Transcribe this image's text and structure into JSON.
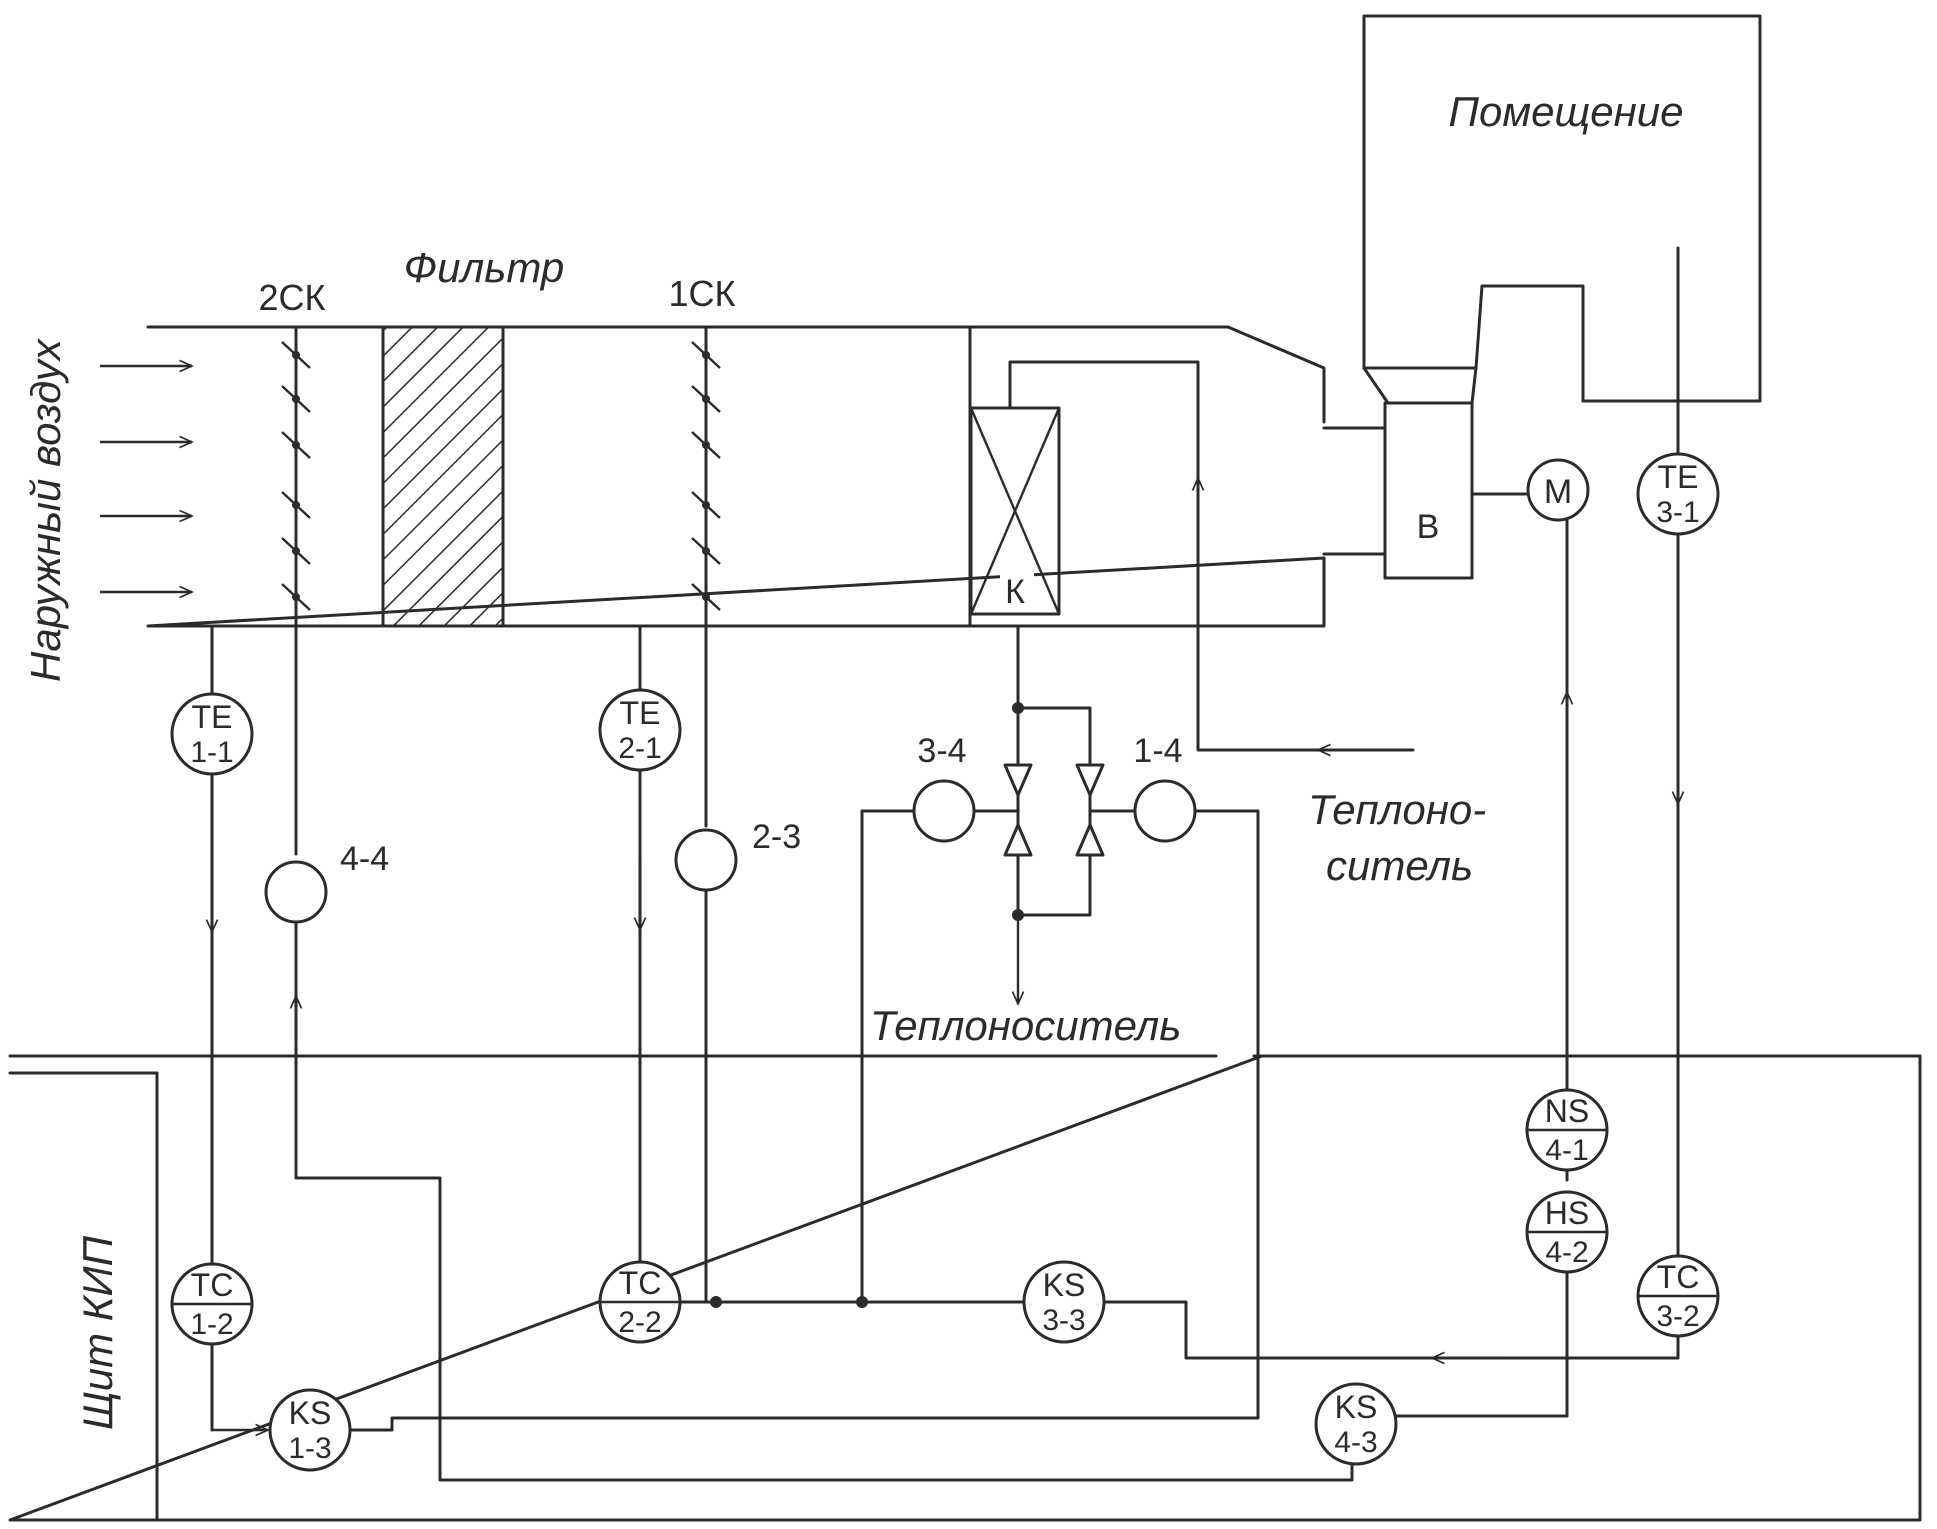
{
  "labels": {
    "outside_air": "Наружный воздух",
    "filter": "Фильтр",
    "room": "Помещение",
    "damper_2ck": "2СК",
    "damper_1ck": "1СК",
    "heater": "К",
    "fan": "В",
    "motor": "М",
    "coolant_in": "Теплоно-",
    "coolant_in_2": "ситель",
    "coolant_out": "Теплоноситель",
    "panel": "Щит КИП",
    "act_4_4": "4-4",
    "act_2_3": "2-3",
    "act_3_4": "3-4",
    "act_1_4": "1-4"
  },
  "instruments": {
    "te11": {
      "top": "TE",
      "bot": "1-1"
    },
    "te21": {
      "top": "TE",
      "bot": "2-1"
    },
    "te31": {
      "top": "TE",
      "bot": "3-1"
    },
    "tc12": {
      "top": "TC",
      "bot": "1-2"
    },
    "tc22": {
      "top": "TC",
      "bot": "2-2"
    },
    "tc32": {
      "top": "TC",
      "bot": "3-2"
    },
    "ks13": {
      "top": "KS",
      "bot": "1-3"
    },
    "ks33": {
      "top": "KS",
      "bot": "3-3"
    },
    "ks43": {
      "top": "KS",
      "bot": "4-3"
    },
    "ns41": {
      "top": "NS",
      "bot": "4-1"
    },
    "hs42": {
      "top": "HS",
      "bot": "4-2"
    }
  }
}
